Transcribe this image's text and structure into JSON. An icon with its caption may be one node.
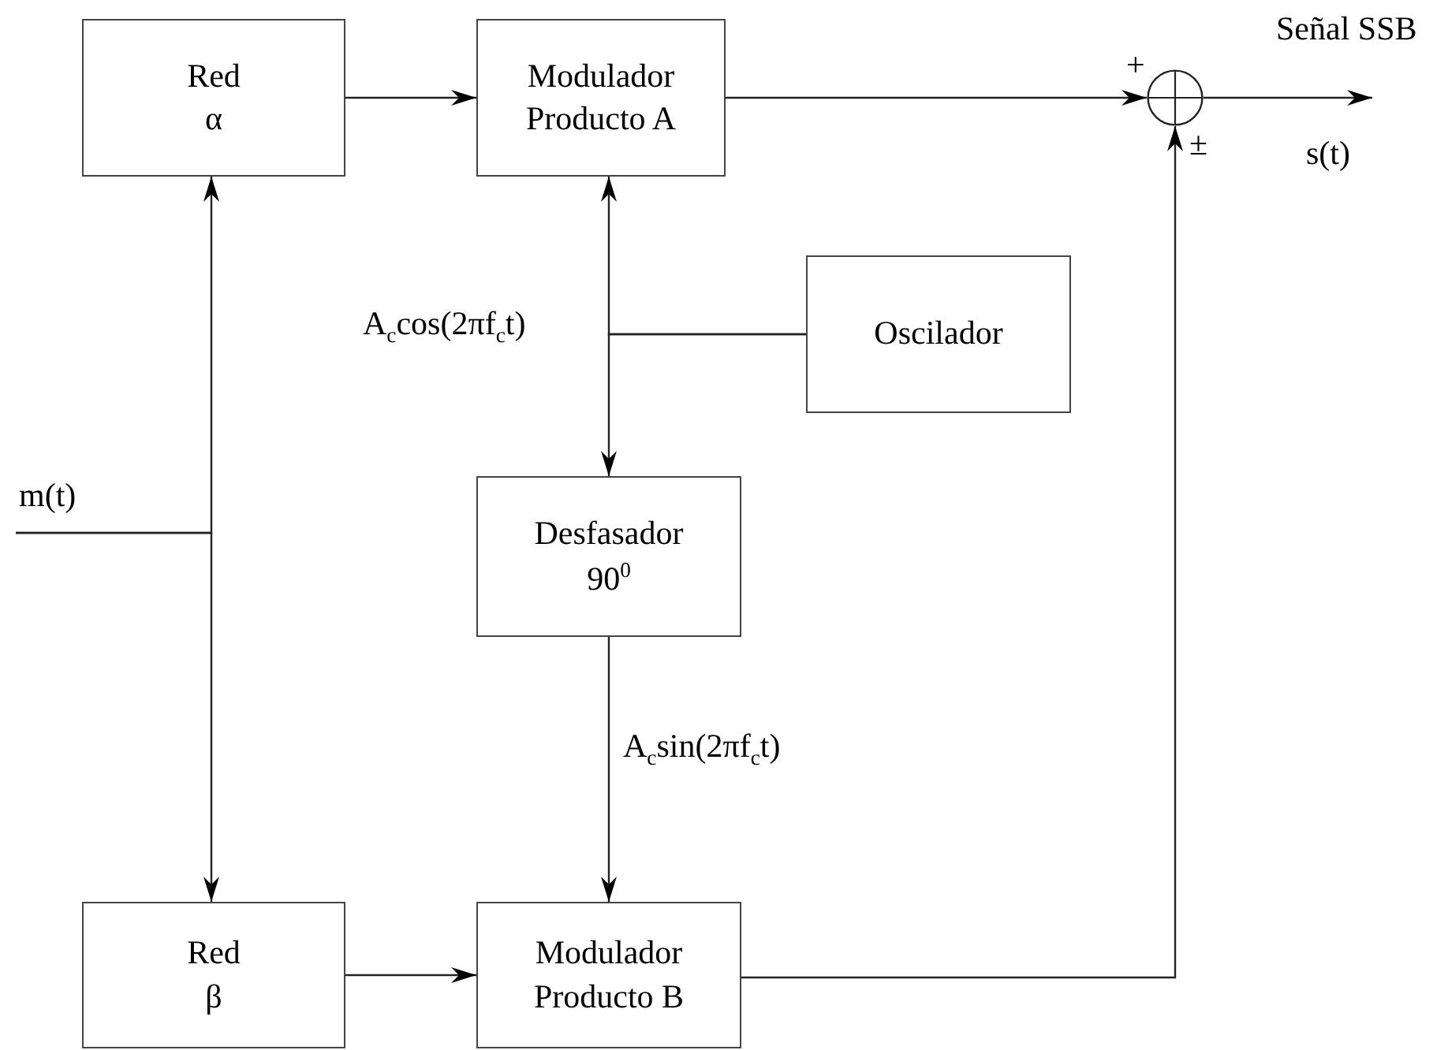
{
  "diagram": {
    "nodes": [
      {
        "text": [
          "Red",
          "α"
        ]
      },
      {
        "text": [
          "Modulador Producto A"
        ]
      },
      {
        "text": [],
        "shape": "circle",
        "beside": [
          "+",
          "±"
        ]
      },
      {
        "text": [
          "Oscilador"
        ]
      },
      {
        "text": [
          "Desfasador",
          "90$^{0}$"
        ]
      },
      {
        "text": [
          "Red",
          "β"
        ]
      },
      {
        "text": [
          "Modulador Producto B"
        ]
      }
    ],
    "edges": [
      {
        "from": 0,
        "to": 1,
        "arrow": "to"
      },
      {
        "from": 1,
        "to": 2,
        "arrow": "to"
      },
      {
        "from": 3,
        "to": 1,
        "arrow": "to",
        "label": "A$_{c}$cos(2πf$_{c}$t)"
      },
      {
        "from": 3,
        "to": 4,
        "arrow": "to"
      },
      {
        "from": null,
        "to": 0,
        "arrow": "to",
        "label": "m(t)"
      },
      {
        "from": null,
        "to": 5,
        "arrow": "to"
      },
      {
        "from": 4,
        "to": 6,
        "arrow": "to",
        "label": "A$_{c}$sin(2πf$_{c}$t)"
      },
      {
        "from": 5,
        "to": 6,
        "arrow": "to"
      },
      {
        "from": 6,
        "to": 2,
        "arrow": "to"
      },
      {
        "from": 2,
        "to": null,
        "arrow": "to",
        "label": "Señal SSB"
      }
    ],
    "labels": [
      "s(t)"
    ]
  }
}
